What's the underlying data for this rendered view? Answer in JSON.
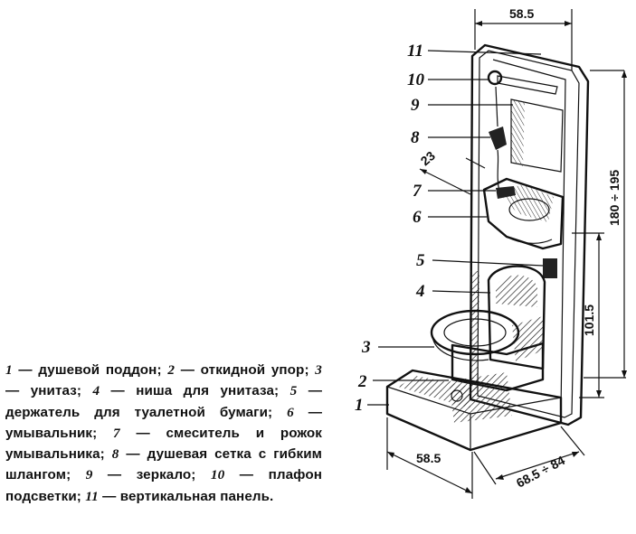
{
  "figure": {
    "part_labels": [
      "11",
      "10",
      "9",
      "8",
      "7",
      "6",
      "5",
      "4",
      "3",
      "2",
      "1"
    ],
    "dimensions": {
      "top_width": "58.5",
      "height_total": "180 ÷ 195",
      "height_lower": "101.5",
      "bottom_width": "58.5",
      "depth": "68.5 ÷ 84",
      "side_offset": "23"
    }
  },
  "caption": {
    "items": [
      {
        "num": "1",
        "text": " — душевой поддон; "
      },
      {
        "num": "2",
        "text": " — откидной упор; "
      },
      {
        "num": "3",
        "text": " — унитаз; "
      },
      {
        "num": "4",
        "text": " — ниша для унитаза; "
      },
      {
        "num": "5",
        "text": " — держатель для туалетной бумаги; "
      },
      {
        "num": "6",
        "text": " — умывальник; "
      },
      {
        "num": "7",
        "text": " — смеситель и рожок умывальника; "
      },
      {
        "num": "8",
        "text": " — душевая сетка с гибким шлангом; "
      },
      {
        "num": "9",
        "text": " — зеркало; "
      },
      {
        "num": "10",
        "text": " — плафон подсветки; "
      },
      {
        "num": "11",
        "text": " — вертикальная панель."
      }
    ]
  }
}
